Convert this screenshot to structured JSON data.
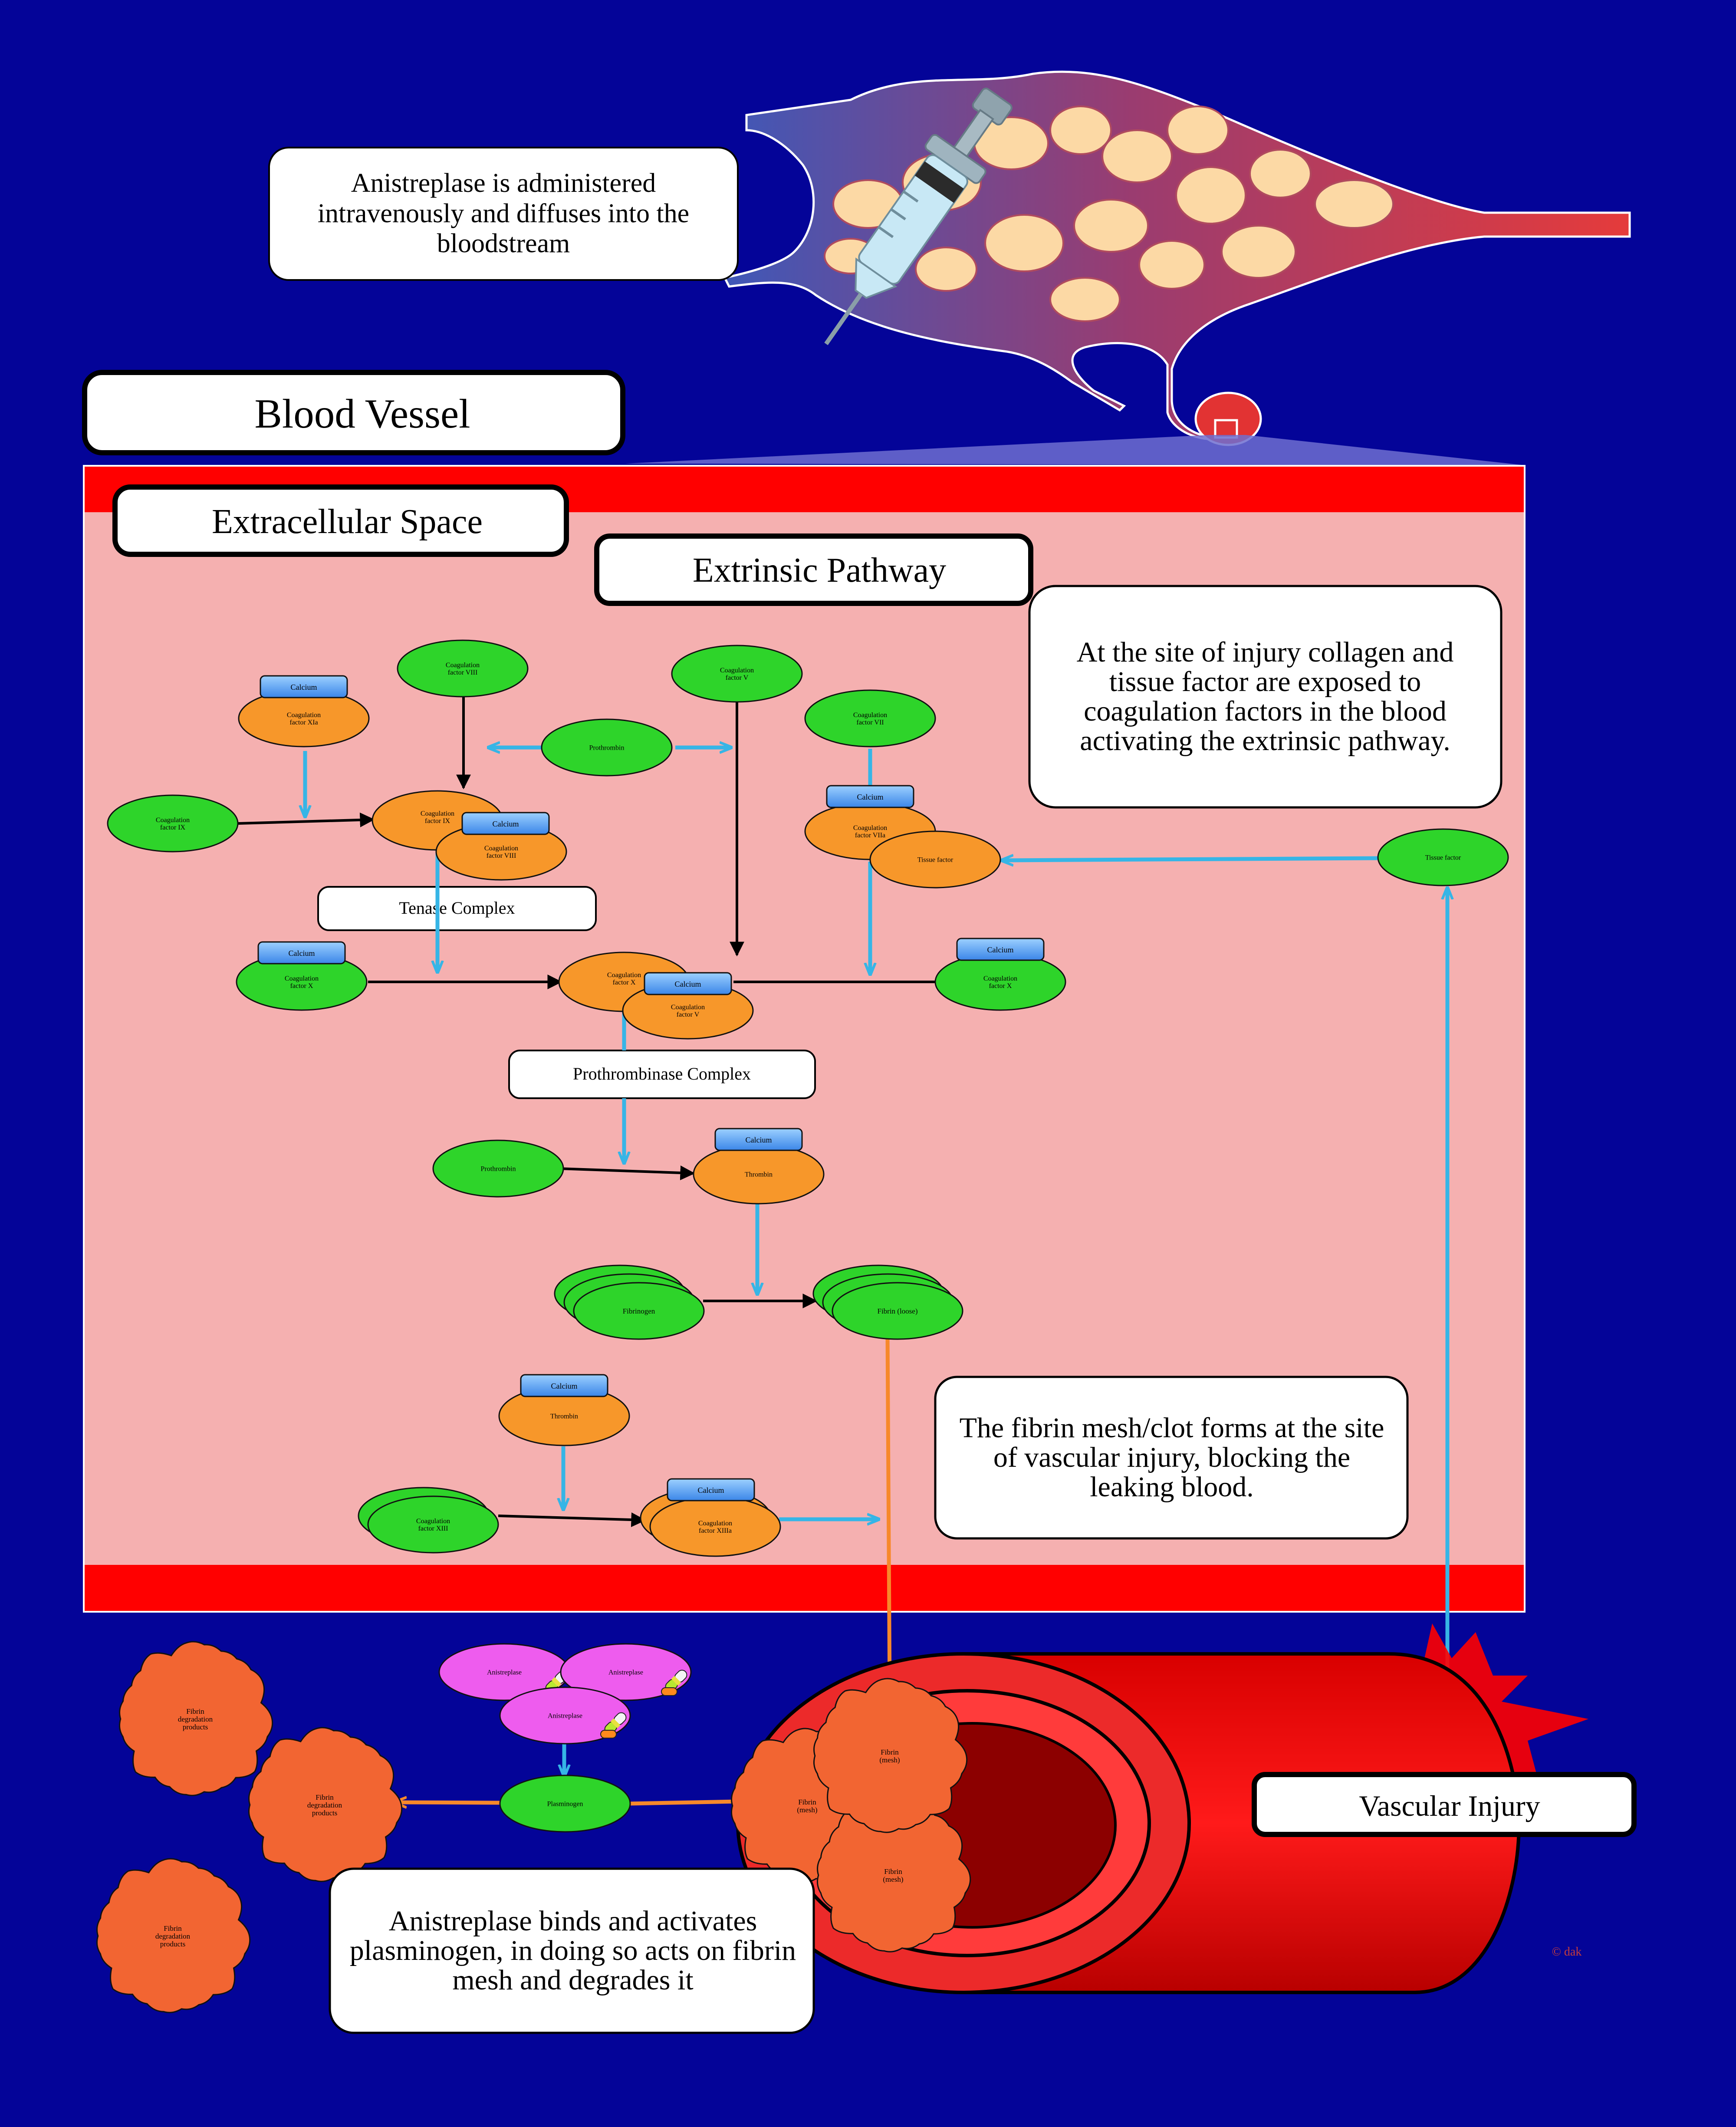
{
  "colors": {
    "background": "#040498",
    "vessel_panel": "#f5b0b0",
    "vessel_wall": "#ff0000",
    "node_green": "#2ed42a",
    "node_orange": "#f7972a",
    "node_blue": "#4f9cf3",
    "node_magenta": "#ee5cee",
    "node_red": "#f26532",
    "arrow_black": "#000000",
    "arrow_blue": "#36b5e6",
    "arrow_orange": "#f7882a"
  },
  "callouts": {
    "top": "Anistreplase is administered intravenously and diffuses into the bloodstream",
    "site": "At the site of injury collagen and tissue factor are exposed to coagulation factors in the blood activating the extrinsic pathway.",
    "clot": "The fibrin mesh/clot forms at the site of vascular injury, blocking the leaking blood.",
    "bottom": "Anistreplase binds and activates plasminogen, in doing so acts on fibrin mesh and degrades it"
  },
  "headers": {
    "blood_vessel": "Blood Vessel",
    "extracellular": "Extracellular Space",
    "extrinsic": "Extrinsic Pathway",
    "vascular_injury": "Vascular Injury"
  },
  "complex_labels": {
    "tenase": "Tenase Complex",
    "prothrombinase": "Prothrombinase Complex"
  },
  "nodes": {
    "calcium": "Calcium",
    "f_xia": "Coagulation factor XIa",
    "f_viii_top": "Coagulation factor VIII",
    "prothrombin_top": "Prothrombin",
    "f_v_top": "Coagulation factor V",
    "f_vii": "Coagulation factor VII",
    "f_ix": "Coagulation factor IX",
    "f_ixa_complex": "Coagulation factor IX",
    "f_viii_complex": "Coagulation factor VIII",
    "f_viia": "Coagulation factor VIIa",
    "tissue_factor_bound": "Tissue factor",
    "tissue_factor": "Tissue factor",
    "f_x_left": "Coagulation factor X",
    "f_x_right": "Coagulation factor X",
    "f_xa": "Coagulation factor X",
    "f_va": "Coagulation factor V",
    "prothrombin": "Prothrombin",
    "thrombin": "Thrombin",
    "fibrinogen": "Fibrinogen",
    "fibrin_loose": "Fibrin (loose)",
    "thrombin_2": "Thrombin",
    "f_xiii": "Coagulation factor XIII",
    "f_xiiia": "Coagulation factor XIIIa",
    "anistreplase": "Anistreplase",
    "plasminogen": "Plasminogen",
    "fibrin_mesh": "Fibrin (mesh)",
    "fdp": "Fibrin degradation products"
  },
  "watermark": "© dak",
  "icons": [
    "syringe-icon",
    "capillary-bed-icon",
    "blood-vessel-icon",
    "drug-capsule-icon"
  ]
}
